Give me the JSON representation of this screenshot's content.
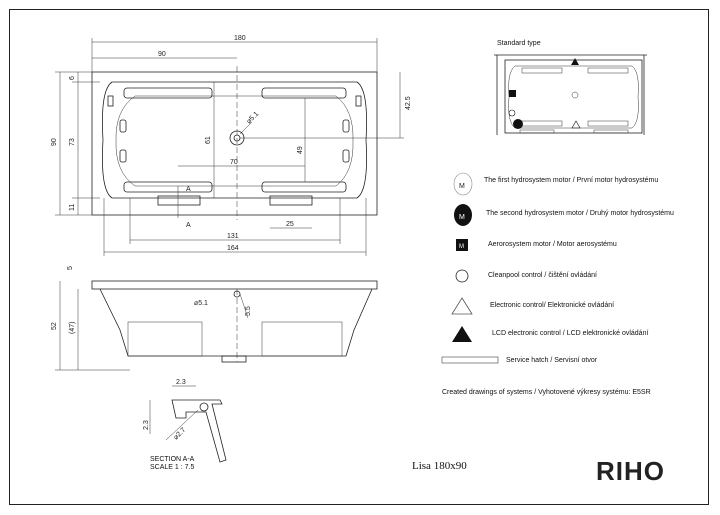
{
  "drawing": {
    "title": "Lisa 180x90",
    "brand": "RIHO",
    "standard_type_label": "Standard type",
    "created_drawings": "Created drawings of systems / Vyhotovené výkresy systému: E5SR",
    "section_label": "SECTION A-A",
    "scale_label": "SCALE 1 : 7.5",
    "section_marker": "A"
  },
  "dimensions": {
    "top_view": {
      "overall_length": "180",
      "half_length": "90",
      "overall_width": "90",
      "edge_top": "6",
      "inner_width": "73",
      "edge_bottom": "11",
      "drain_offset": "42.5",
      "inner_height": "61",
      "drain_span": "70",
      "drain_diameter": "⌀5.1",
      "depth_49": "49",
      "hatch_width": "25",
      "inner_length_131": "131",
      "inner_length_164": "164"
    },
    "side_view": {
      "rim": "5",
      "total_height": "52",
      "inner_depth": "(47)",
      "drain_diameter": "⌀5.1",
      "drain_offset": "5.5"
    },
    "section": {
      "w1": "2.3",
      "w2": "2.3",
      "d": "⌀2.7"
    }
  },
  "legend": [
    {
      "symbol": "M",
      "text": "The first hydrosystem motor / První motor hydrosystému"
    },
    {
      "symbol": "M",
      "text": "The second hydrosystem motor / Druhý motor hydrosystému"
    },
    {
      "symbol": "M",
      "text": "Aerorosystem motor / Motor aerosystému"
    },
    {
      "symbol": "",
      "text": "Cleanpool control / čištění ovládání"
    },
    {
      "symbol": "",
      "text": "Electronic control/ Elektronické ovládání"
    },
    {
      "symbol": "",
      "text": "LCD electronic control / LCD elektronické ovládání"
    },
    {
      "symbol": "",
      "text": "Service hatch / Servisní otvor"
    }
  ]
}
